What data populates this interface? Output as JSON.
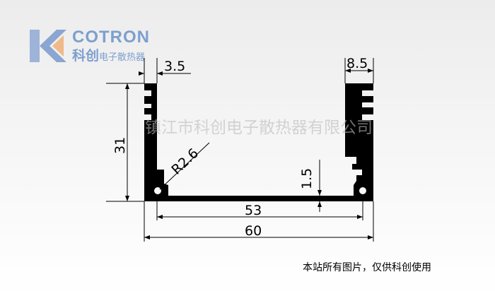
{
  "logo": {
    "brand_en": "COTRON",
    "brand_cn": "科创",
    "tagline_cn": "电子散热器"
  },
  "watermark": "镇江市科创电子散热器有限公司",
  "dimensions": {
    "left_wall": "3.5",
    "right_wall": "8.5",
    "height": "31",
    "radius": "R2.6",
    "base_thickness": "1.5",
    "inner_width": "53",
    "outer_width": "60"
  },
  "footer": "本站所有图片，仅供科创使用",
  "colors": {
    "logo_blue": "#7d9fcf",
    "logo_orange": "#f0b98a",
    "profile": "#000000"
  }
}
